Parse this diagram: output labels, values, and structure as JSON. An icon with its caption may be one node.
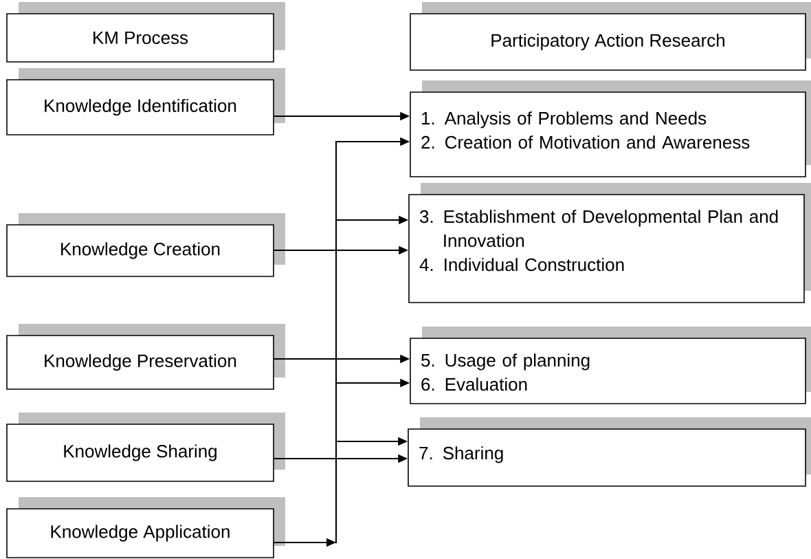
{
  "diagram": {
    "nodes": [
      {
        "text": [
          "KM Process"
        ]
      },
      {
        "text": [
          "Participatory Action Research"
        ]
      },
      {
        "text": [
          "Knowledge Identification"
        ]
      },
      {
        "text": [
          "1. Analysis of Problems and Needs",
          "2. Creation of Motivation and Awareness"
        ]
      },
      {
        "text": [
          "Knowledge Creation"
        ]
      },
      {
        "text": [
          "3. Establishment of Developmental Plan and Innovation",
          "4. Individual Construction"
        ]
      },
      {
        "text": [
          "Knowledge Preservation"
        ]
      },
      {
        "text": [
          "5. Usage of planning",
          "6. Evaluation"
        ]
      },
      {
        "text": [
          "Knowledge Sharing"
        ]
      },
      {
        "text": [
          "7. Sharing"
        ]
      },
      {
        "text": [
          "Knowledge Application"
        ]
      }
    ],
    "edges": [
      {
        "from": 2,
        "to": 3,
        "arrow": "to"
      },
      {
        "from": 4,
        "to": 5,
        "arrow": "to"
      },
      {
        "from": 6,
        "to": 7,
        "arrow": "to"
      },
      {
        "from": 8,
        "to": 9,
        "arrow": "to"
      },
      {
        "from": 10,
        "to": 3,
        "arrow": "to"
      },
      {
        "from": 10,
        "to": 5,
        "arrow": "to"
      },
      {
        "from": 10,
        "to": 7,
        "arrow": "to"
      },
      {
        "from": 10,
        "to": 9,
        "arrow": "to"
      }
    ]
  }
}
